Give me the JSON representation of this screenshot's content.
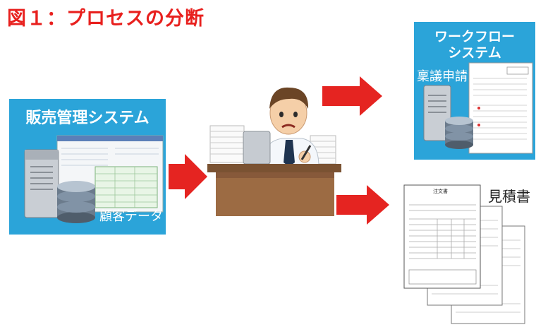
{
  "figure": {
    "title": "図１：プロセスの分断"
  },
  "sales_system": {
    "title": "販売管理システム",
    "data_label": "顧客データ"
  },
  "workflow_system": {
    "title_line1": "ワークフロー",
    "title_line2": "システム",
    "request_label": "稟議申請"
  },
  "quote": {
    "label": "見積書",
    "form_title": "注文書"
  },
  "colors": {
    "title_red": "#e8201e",
    "panel_blue": "#2ba4d9",
    "arrow_red": "#e52421",
    "desk_brown": "#9c6b43"
  }
}
